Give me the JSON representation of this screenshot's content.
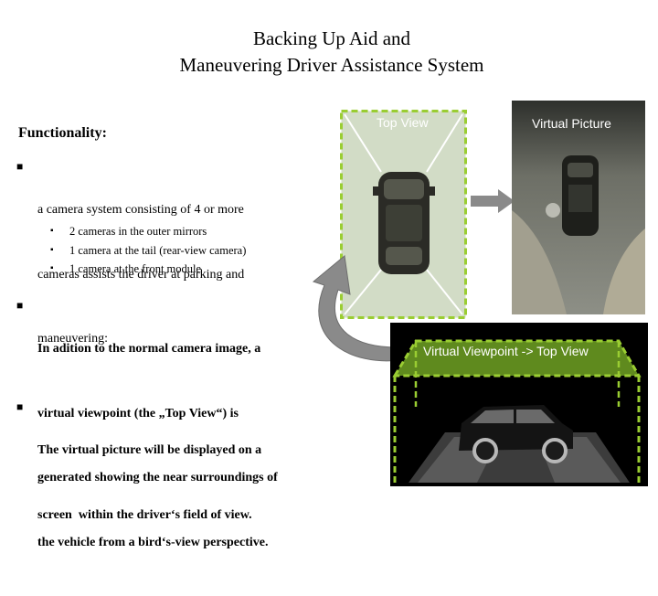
{
  "title": {
    "line1": "Backing Up Aid and",
    "line2": "Maneuvering Driver Assistance System"
  },
  "functionality_label": "Functionality:",
  "bullets": [
    {
      "lines": [
        "a camera system consisting of 4 or more",
        "cameras assists the driver at parking and",
        "maneuvering:"
      ]
    },
    {
      "lines": [
        "In adition to the normal camera image, a",
        "virtual viewpoint (the „Top View“) is",
        "generated showing the near surroundings of",
        "the vehicle from a bird‘s-view perspective."
      ]
    },
    {
      "lines": [
        "The virtual picture will be displayed on a",
        "screen  within the driver‘s field of view."
      ]
    }
  ],
  "sub_bullets": [
    "2 cameras in the outer mirrors",
    "1 camera at the tail (rear-view camera)",
    "1 camera at the front module"
  ],
  "panels": {
    "top_view_label": "Top View",
    "virtual_picture_label": "Virtual Picture",
    "virtual_viewpoint_label": "Virtual Viewpoint -> Top View"
  },
  "colors": {
    "dashed_green": "#9acd32",
    "top_view_bg": "#d2dcc6",
    "trapezoid_green": "#5f8a1e",
    "arrow_gray": "#8a8a8a"
  },
  "icons": [
    "curved-arrow-icon",
    "right-arrow-icon",
    "bullet-square-icon",
    "bullet-dot-icon"
  ]
}
